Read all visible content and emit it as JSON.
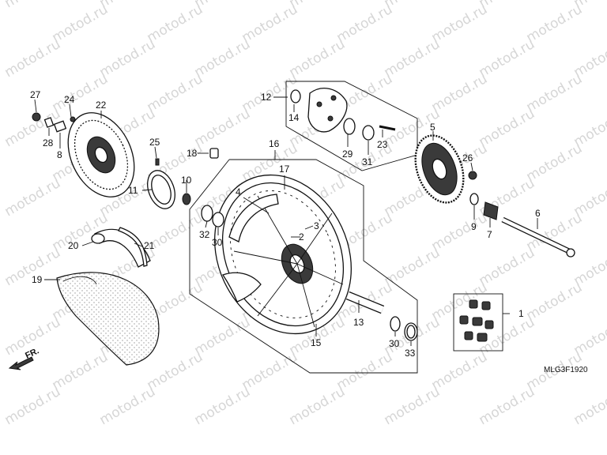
{
  "watermark": {
    "text": "motod.ru",
    "color": "#d6d6d6"
  },
  "diagram_code": "MLG3F1920",
  "direction_label": "FR.",
  "callouts": [
    {
      "id": "c1",
      "text": "1"
    },
    {
      "id": "c2",
      "text": "2"
    },
    {
      "id": "c3",
      "text": "3"
    },
    {
      "id": "c4",
      "text": "4"
    },
    {
      "id": "c5",
      "text": "5"
    },
    {
      "id": "c6",
      "text": "6"
    },
    {
      "id": "c7",
      "text": "7"
    },
    {
      "id": "c8",
      "text": "8"
    },
    {
      "id": "c9",
      "text": "9"
    },
    {
      "id": "c10",
      "text": "10"
    },
    {
      "id": "c11",
      "text": "11"
    },
    {
      "id": "c12",
      "text": "12"
    },
    {
      "id": "c13",
      "text": "13"
    },
    {
      "id": "c14",
      "text": "14"
    },
    {
      "id": "c15",
      "text": "15"
    },
    {
      "id": "c16",
      "text": "16"
    },
    {
      "id": "c17",
      "text": "17"
    },
    {
      "id": "c18",
      "text": "18"
    },
    {
      "id": "c19",
      "text": "19"
    },
    {
      "id": "c20",
      "text": "20"
    },
    {
      "id": "c21",
      "text": "21"
    },
    {
      "id": "c22",
      "text": "22"
    },
    {
      "id": "c23",
      "text": "23"
    },
    {
      "id": "c24",
      "text": "24"
    },
    {
      "id": "c25",
      "text": "25"
    },
    {
      "id": "c26",
      "text": "26"
    },
    {
      "id": "c27",
      "text": "27"
    },
    {
      "id": "c28",
      "text": "28"
    },
    {
      "id": "c29",
      "text": "29"
    },
    {
      "id": "c30a",
      "text": "30"
    },
    {
      "id": "c30b",
      "text": "30"
    },
    {
      "id": "c31",
      "text": "31"
    },
    {
      "id": "c32",
      "text": "32"
    },
    {
      "id": "c33",
      "text": "33"
    }
  ]
}
